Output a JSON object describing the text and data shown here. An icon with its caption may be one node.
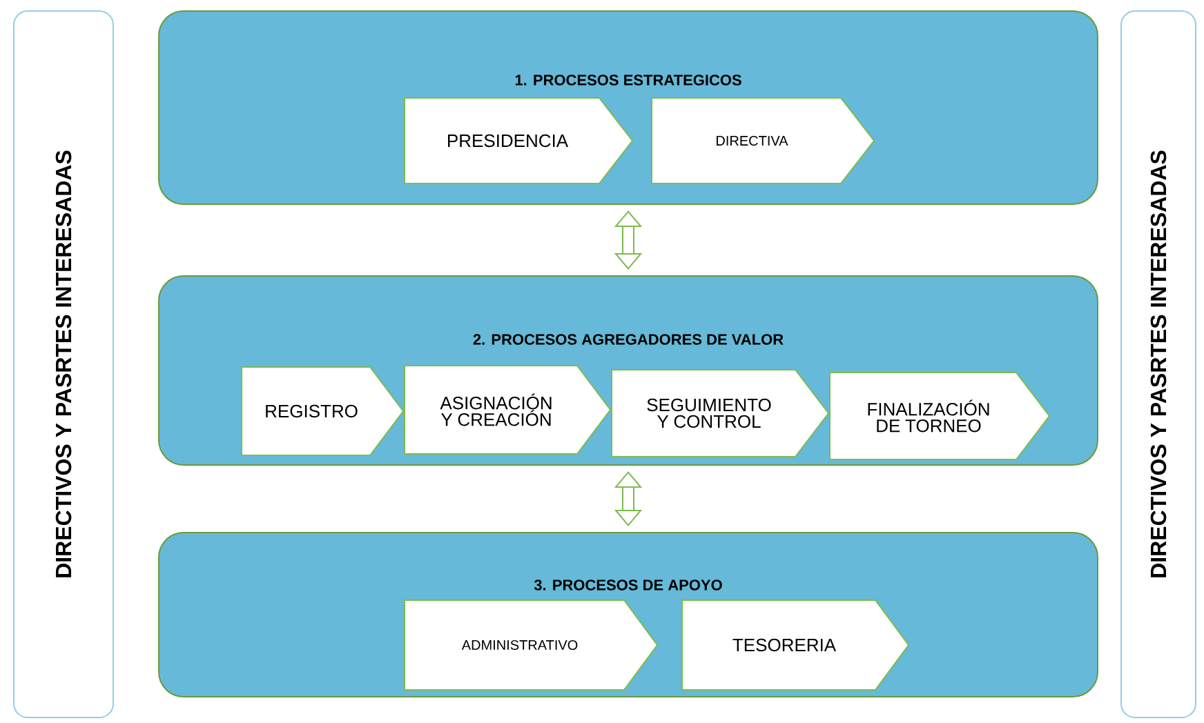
{
  "diagram": {
    "nodes": [
      {
        "text": [
          "DIRECTIVOS Y PASRTES INTERESADAS"
        ]
      },
      {
        "text": [
          "1. PROCESOS ESTRATEGICOS"
        ]
      },
      {
        "text": [
          "PRESIDENCIA"
        ],
        "in": 1
      },
      {
        "text": [
          "DIRECTIVA"
        ],
        "in": 1
      },
      {
        "text": [
          "2. PROCESOS AGREGADORES DE VALOR"
        ]
      },
      {
        "text": [
          "REGISTRO"
        ],
        "in": 4
      },
      {
        "text": [
          "ASIGNACIÓN Y CREACIÓN"
        ],
        "in": 4
      },
      {
        "text": [
          "SEGUIMIENTO Y CONTROL"
        ],
        "in": 4
      },
      {
        "text": [
          "FINALIZACIÓN DE TORNEO"
        ],
        "in": 4
      },
      {
        "text": [
          "3. PROCESOS DE APOYO"
        ]
      },
      {
        "text": [
          "ADMINISTRATIVO"
        ],
        "in": 9
      },
      {
        "text": [
          "TESORERIA"
        ],
        "in": 9
      },
      {
        "text": [
          "DIRECTIVOS Y PASRTES INTERESADAS"
        ]
      }
    ],
    "edges": [
      {
        "from": 1,
        "to": 4,
        "arrow": "both"
      },
      {
        "from": 4,
        "to": 9,
        "arrow": "both"
      }
    ]
  }
}
